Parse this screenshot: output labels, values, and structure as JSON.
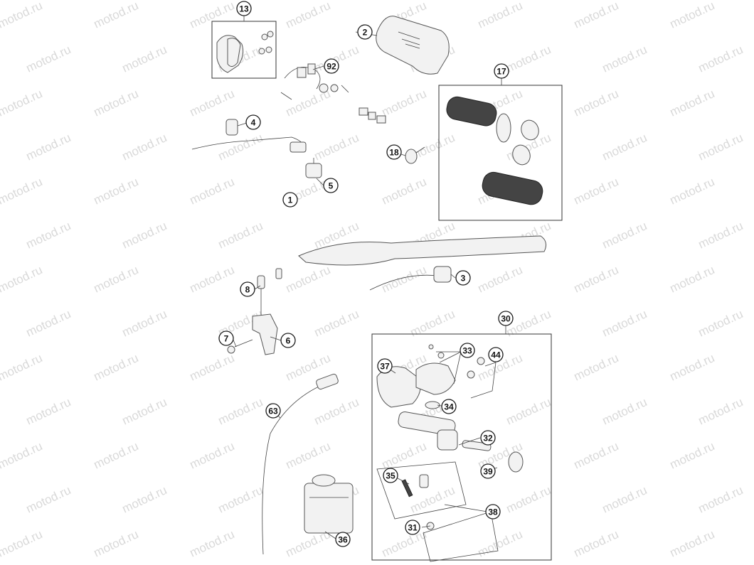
{
  "watermark": {
    "text": "motod.ru",
    "color": "#d9d9d9"
  },
  "callouts": [
    "13",
    "2",
    "92",
    "17",
    "4",
    "18",
    "5",
    "1",
    "3",
    "8",
    "7",
    "6",
    "30",
    "33",
    "44",
    "37",
    "34",
    "32",
    "63",
    "39",
    "35",
    "38",
    "31",
    "36"
  ],
  "icons": {
    "callout": "numbered-circle-icon"
  }
}
